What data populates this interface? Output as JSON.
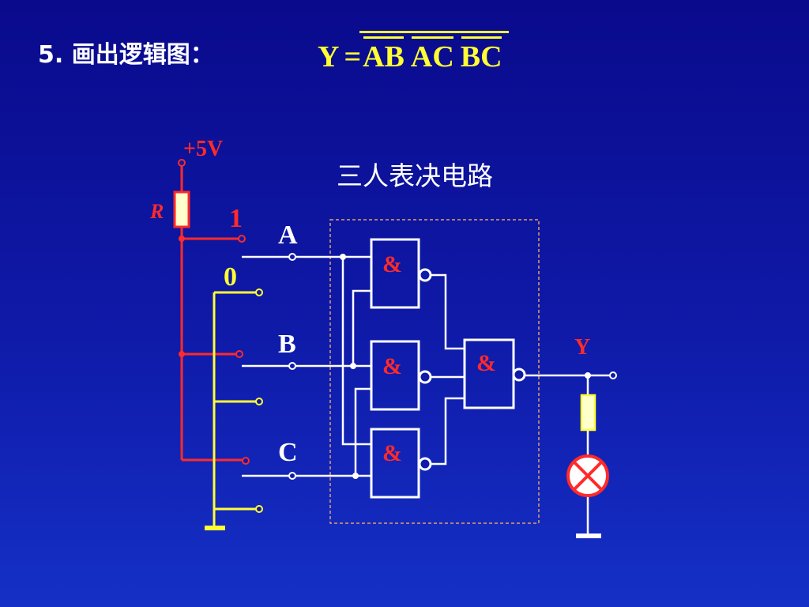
{
  "heading": "5. 画出逻辑图：",
  "formula": {
    "lhs": "Y",
    "eq": "=",
    "terms": [
      "AB",
      "AC",
      "BC"
    ]
  },
  "circuit_title": "三人表决电路",
  "labels": {
    "supply": "+5V",
    "resistor": "R",
    "logic_high": "1",
    "logic_low": "0",
    "input_a": "A",
    "input_b": "B",
    "input_c": "C",
    "output": "Y"
  },
  "gates": {
    "gate1_symbol": "&",
    "gate2_symbol": "&",
    "gate3_symbol": "&",
    "gate4_symbol": "&"
  },
  "colors": {
    "background": "#0f1aa8",
    "wire_white": "#ffffff",
    "wire_red": "#ff2a2a",
    "wire_yellow": "#ffff33",
    "outline_box": "#e0a070"
  }
}
